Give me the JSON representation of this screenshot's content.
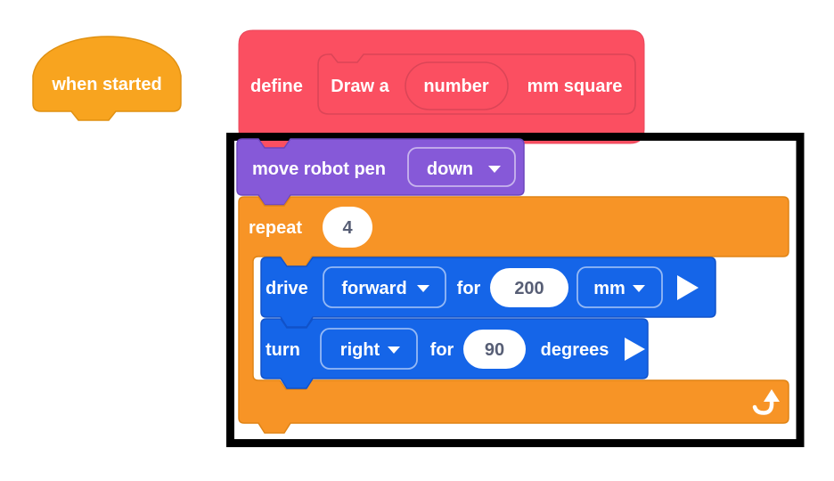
{
  "colors": {
    "hat_orange": "#F8A41F",
    "hat_orange_border": "#E09112",
    "my_block_pink": "#FB4F61",
    "my_block_pink_border": "#DB4557",
    "pen_purple": "#8659D8",
    "pen_purple_border": "#6C45BE",
    "control_orange": "#F79426",
    "control_orange_border": "#E08415",
    "drive_blue": "#1565E8",
    "drive_blue_border": "#1152C9",
    "input_white": "#FFFFFF",
    "value_text": "#575E75",
    "frame_black": "#000000"
  },
  "icons": {
    "dropdown": "chevron-down",
    "run": "play-triangle",
    "loop": "loop-arrow"
  },
  "hat_block": {
    "label": "when started"
  },
  "define_block": {
    "keyword": "define",
    "name_part1": "Draw a",
    "parameter": "number",
    "name_part2": "mm square"
  },
  "move_pen_block": {
    "label": "move robot pen",
    "selected": "down"
  },
  "repeat_block": {
    "label": "repeat",
    "count": "4"
  },
  "drive_block": {
    "label": "drive",
    "direction": "forward",
    "connector": "for",
    "distance": "200",
    "unit": "mm"
  },
  "turn_block": {
    "label": "turn",
    "direction": "right",
    "connector": "for",
    "angle": "90",
    "unit": "degrees"
  }
}
